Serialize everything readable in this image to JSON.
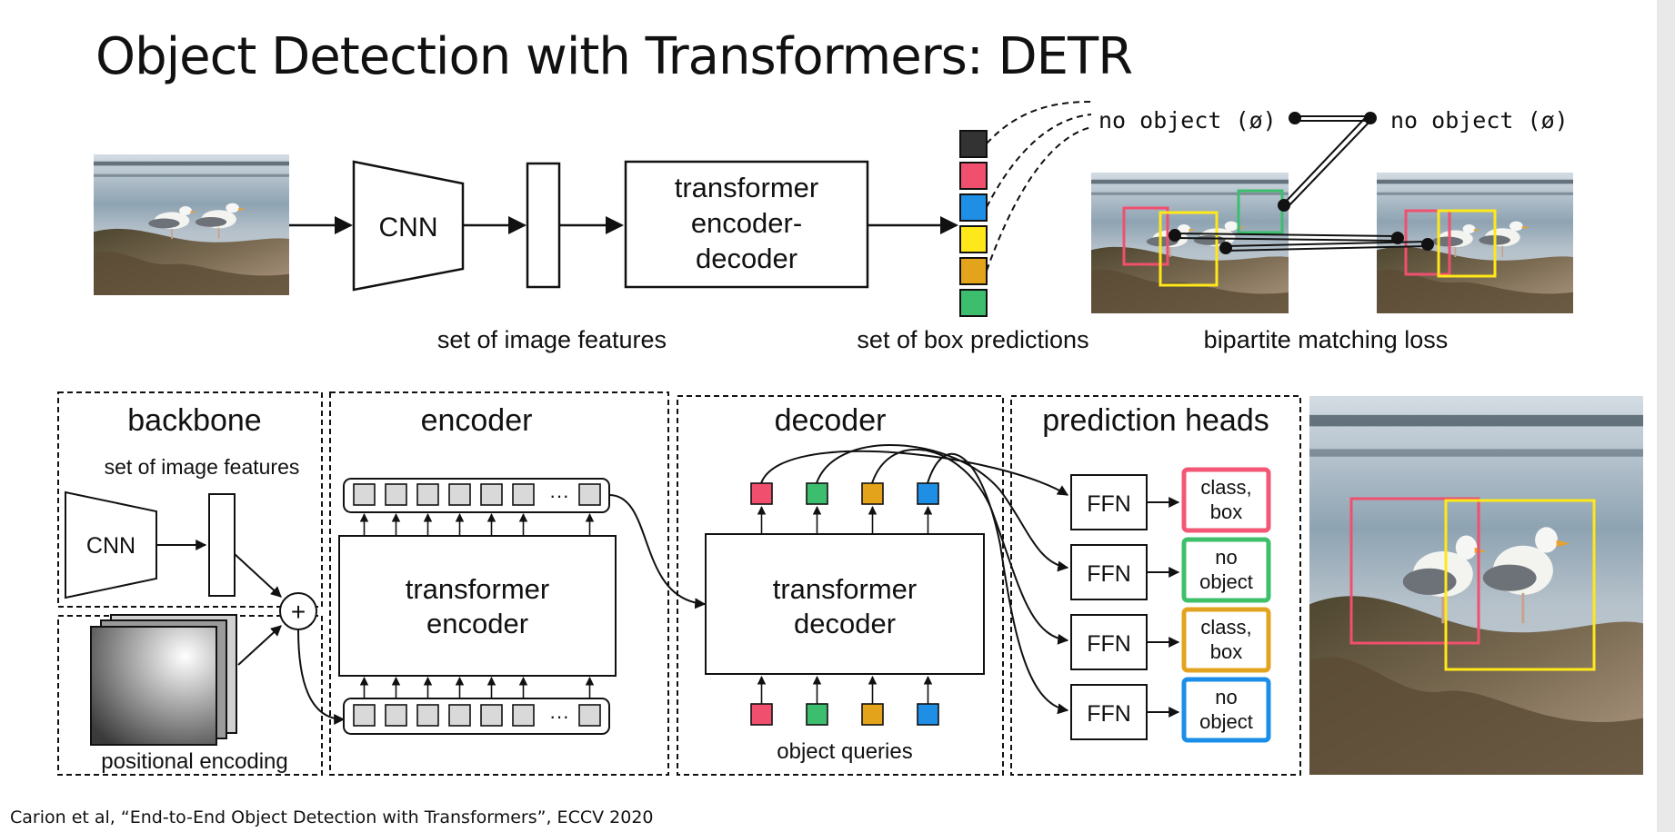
{
  "title": "Object Detection with Transformers: DETR",
  "citation": "Carion et al, “End-to-End Object Detection with Transformers”, ECCV 2020",
  "top": {
    "cnn": "CNN",
    "transformer": [
      "transformer",
      "encoder-",
      "decoder"
    ],
    "caption_features": "set of image features",
    "caption_predictions": "set of box predictions",
    "caption_matching": "bipartite matching loss",
    "no_object_left": "no object (ø)",
    "no_object_right": "no object (ø)"
  },
  "bottom": {
    "backbone_title": "backbone",
    "backbone_features": "set of image features",
    "cnn": "CNN",
    "plus": "+",
    "positional_encoding": "positional encoding",
    "encoder_title": "encoder",
    "encoder_block": [
      "transformer",
      "encoder"
    ],
    "decoder_title": "decoder",
    "decoder_block": [
      "transformer",
      "decoder"
    ],
    "object_queries": "object queries",
    "heads_title": "prediction heads",
    "ffn": "FFN",
    "outputs": [
      {
        "l1": "class,",
        "l2": "box"
      },
      {
        "l1": "no",
        "l2": "object"
      },
      {
        "l1": "class,",
        "l2": "box"
      },
      {
        "l1": "no",
        "l2": "object"
      }
    ],
    "ellipsis": "···"
  },
  "colors": {
    "pink": "#f0506e",
    "green": "#3dbe6e",
    "yellow": "#ffe81a",
    "orange": "#e3a31b",
    "blue": "#1f8fe6",
    "dark": "#333333",
    "token_gray": "#d9d9d9",
    "out_border": [
      "#f25876",
      "#3ec06a",
      "#e2a420",
      "#1a8ee8"
    ]
  }
}
